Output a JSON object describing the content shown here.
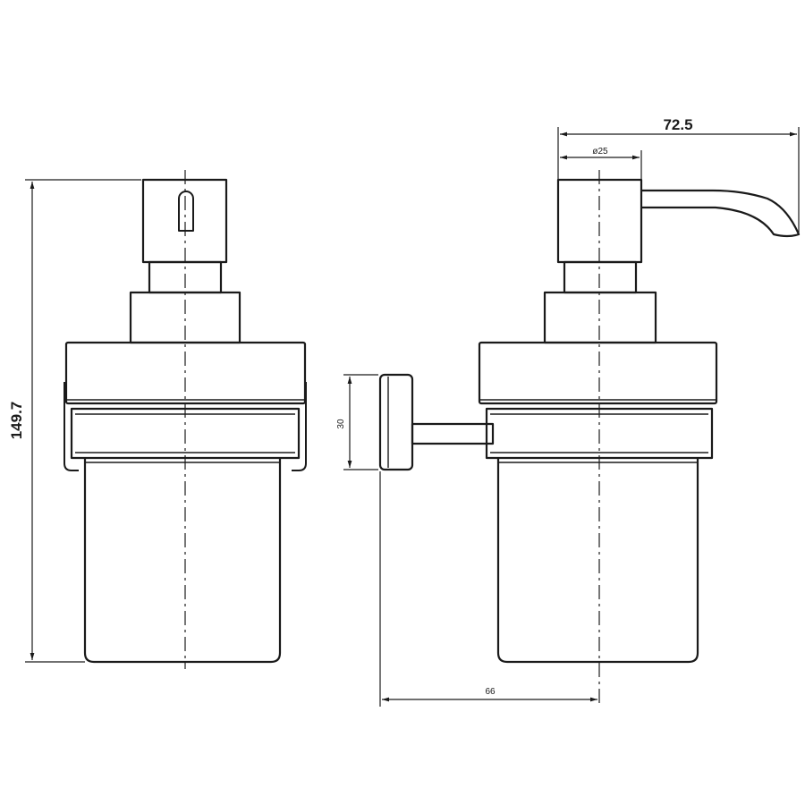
{
  "dimensions": {
    "total_height": "149.7",
    "spout_reach": "72.5",
    "pump_diameter": "ø25",
    "bracket_height": "30",
    "wall_projection": "66"
  },
  "colors": {
    "line": "#1a1a1a",
    "background": "#ffffff"
  }
}
